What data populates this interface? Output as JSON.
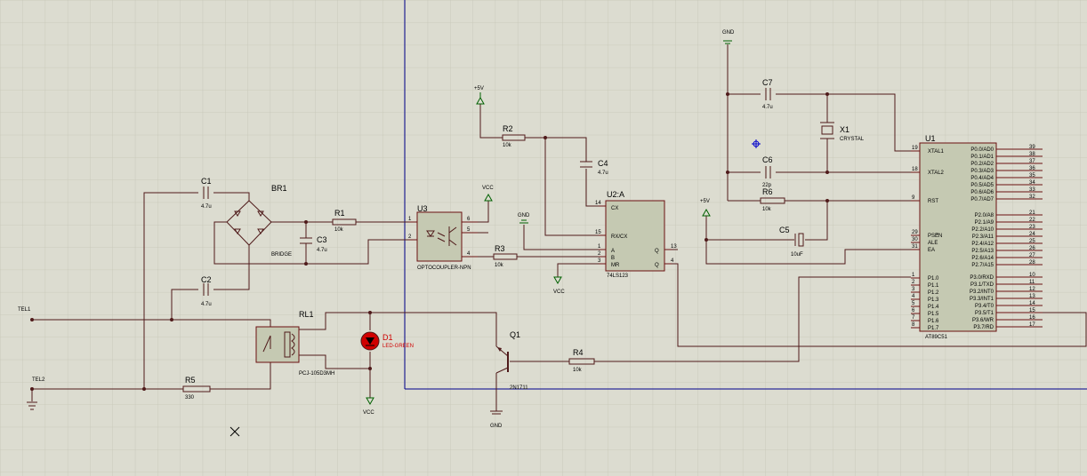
{
  "ports": {
    "tel1": "TEL1",
    "tel2": "TEL2",
    "gnd": "GND",
    "vcc": "VCC",
    "p5v": "+5V"
  },
  "c1": {
    "ref": "C1",
    "val": "4.7u"
  },
  "c2": {
    "ref": "C2",
    "val": "4.7u"
  },
  "c3": {
    "ref": "C3",
    "val": "4.7u"
  },
  "c4": {
    "ref": "C4",
    "val": "4.7u"
  },
  "c5": {
    "ref": "C5",
    "val": "10uF"
  },
  "c6": {
    "ref": "C6",
    "val": "22p"
  },
  "c7": {
    "ref": "C7",
    "val": "4.7u"
  },
  "br1": {
    "ref": "BR1",
    "val": "BRIDGE"
  },
  "r1": {
    "ref": "R1",
    "val": "10k"
  },
  "r2": {
    "ref": "R2",
    "val": "10k"
  },
  "r3": {
    "ref": "R3",
    "val": "10k"
  },
  "r4": {
    "ref": "R4",
    "val": "10k"
  },
  "r5": {
    "ref": "R5",
    "val": "330"
  },
  "r6": {
    "ref": "R6",
    "val": "10k"
  },
  "u3": {
    "ref": "U3",
    "val": "OPTOCOUPLER-NPN",
    "pins": [
      "1",
      "2",
      "6",
      "5",
      "4"
    ]
  },
  "u2": {
    "ref": "U2:A",
    "val": "74LS123",
    "labels": [
      "CX",
      "RX/CX",
      "A",
      "B",
      "MR",
      "Q",
      "Q"
    ],
    "pins": [
      "14",
      "15",
      "1",
      "2",
      "3",
      "13",
      "4"
    ]
  },
  "rl1": {
    "ref": "RL1",
    "val": "PCJ-105D3MH"
  },
  "d1": {
    "ref": "D1",
    "val": "LED-GREEN"
  },
  "q1": {
    "ref": "Q1",
    "val": "2N1711"
  },
  "x1": {
    "ref": "X1",
    "val": "CRYSTAL"
  },
  "u1": {
    "ref": "U1",
    "val": "AT89C51",
    "left": [
      {
        "pin": "19",
        "label": "XTAL1"
      },
      {
        "pin": "18",
        "label": "XTAL2"
      },
      {
        "pin": "9",
        "label": "RST"
      },
      {
        "pin": "29",
        "label": "PSEN"
      },
      {
        "pin": "30",
        "label": "ALE"
      },
      {
        "pin": "31",
        "label": "EA"
      },
      {
        "pin": "1",
        "label": "P1.0"
      },
      {
        "pin": "2",
        "label": "P1.1"
      },
      {
        "pin": "3",
        "label": "P1.2"
      },
      {
        "pin": "4",
        "label": "P1.3"
      },
      {
        "pin": "5",
        "label": "P1.4"
      },
      {
        "pin": "6",
        "label": "P1.5"
      },
      {
        "pin": "7",
        "label": "P1.6"
      },
      {
        "pin": "8",
        "label": "P1.7"
      }
    ],
    "right": [
      {
        "pin": "39",
        "label": "P0.0/AD0"
      },
      {
        "pin": "38",
        "label": "P0.1/AD1"
      },
      {
        "pin": "37",
        "label": "P0.2/AD2"
      },
      {
        "pin": "36",
        "label": "P0.3/AD3"
      },
      {
        "pin": "35",
        "label": "P0.4/AD4"
      },
      {
        "pin": "34",
        "label": "P0.5/AD5"
      },
      {
        "pin": "33",
        "label": "P0.6/AD6"
      },
      {
        "pin": "32",
        "label": "P0.7/AD7"
      },
      {
        "pin": "21",
        "label": "P2.0/A8"
      },
      {
        "pin": "22",
        "label": "P2.1/A9"
      },
      {
        "pin": "23",
        "label": "P2.2/A10"
      },
      {
        "pin": "24",
        "label": "P2.3/A11"
      },
      {
        "pin": "25",
        "label": "P2.4/A12"
      },
      {
        "pin": "26",
        "label": "P2.5/A13"
      },
      {
        "pin": "27",
        "label": "P2.6/A14"
      },
      {
        "pin": "28",
        "label": "P2.7/A15"
      },
      {
        "pin": "10",
        "label": "P3.0/RXD"
      },
      {
        "pin": "11",
        "label": "P3.1/TXD"
      },
      {
        "pin": "12",
        "label": "P3.2/INT0"
      },
      {
        "pin": "13",
        "label": "P3.3/INT1"
      },
      {
        "pin": "14",
        "label": "P3.4/T0"
      },
      {
        "pin": "15",
        "label": "P3.5/T1"
      },
      {
        "pin": "16",
        "label": "P3.6/WR"
      },
      {
        "pin": "17",
        "label": "P3.7/RD"
      }
    ]
  },
  "colors": {
    "grid": "#c6c6b6",
    "wire": "#4f1a1a",
    "body": "#c5c9b2",
    "outline": "#6a1010",
    "sheet": "#00008b",
    "led": "#d00000",
    "port": "#006000"
  }
}
